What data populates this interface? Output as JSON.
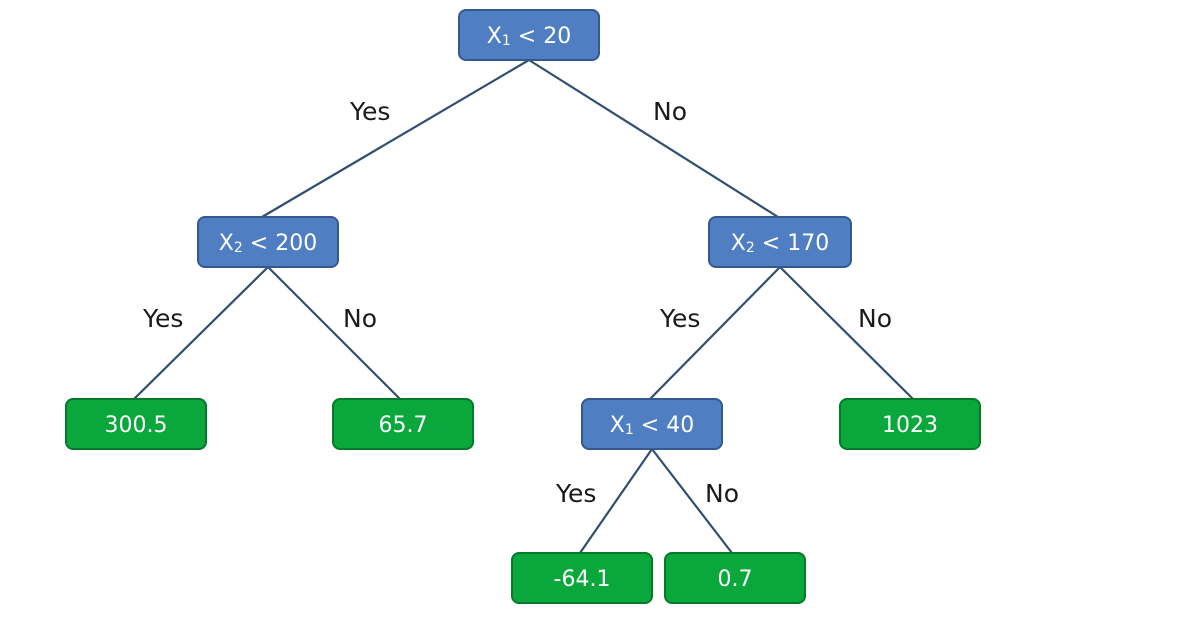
{
  "tree": {
    "nodes": [
      {
        "id": "root",
        "type": "decision",
        "var": "X",
        "sub": "1",
        "op": "< 20"
      },
      {
        "id": "n_left",
        "type": "decision",
        "var": "X",
        "sub": "2",
        "op": "< 200"
      },
      {
        "id": "n_right",
        "type": "decision",
        "var": "X",
        "sub": "2",
        "op": "< 170"
      },
      {
        "id": "leaf_300",
        "type": "leaf",
        "label": "300.5"
      },
      {
        "id": "leaf_65",
        "type": "leaf",
        "label": "65.7"
      },
      {
        "id": "n_rl",
        "type": "decision",
        "var": "X",
        "sub": "1",
        "op": "< 40"
      },
      {
        "id": "leaf_1023",
        "type": "leaf",
        "label": "1023"
      },
      {
        "id": "leaf_neg64",
        "type": "leaf",
        "label": "-64.1"
      },
      {
        "id": "leaf_07",
        "type": "leaf",
        "label": "0.7"
      }
    ],
    "edges": [
      {
        "from": "root",
        "to": "n_left",
        "label": "Yes"
      },
      {
        "from": "root",
        "to": "n_right",
        "label": "No"
      },
      {
        "from": "n_left",
        "to": "leaf_300",
        "label": "Yes"
      },
      {
        "from": "n_left",
        "to": "leaf_65",
        "label": "No"
      },
      {
        "from": "n_right",
        "to": "n_rl",
        "label": "Yes"
      },
      {
        "from": "n_right",
        "to": "leaf_1023",
        "label": "No"
      },
      {
        "from": "n_rl",
        "to": "leaf_neg64",
        "label": "Yes"
      },
      {
        "from": "n_rl",
        "to": "leaf_07",
        "label": "No"
      }
    ]
  },
  "colors": {
    "decision_fill": "#4f7fc2",
    "leaf_fill": "#0aa83c",
    "edge": "#2f4f72"
  }
}
